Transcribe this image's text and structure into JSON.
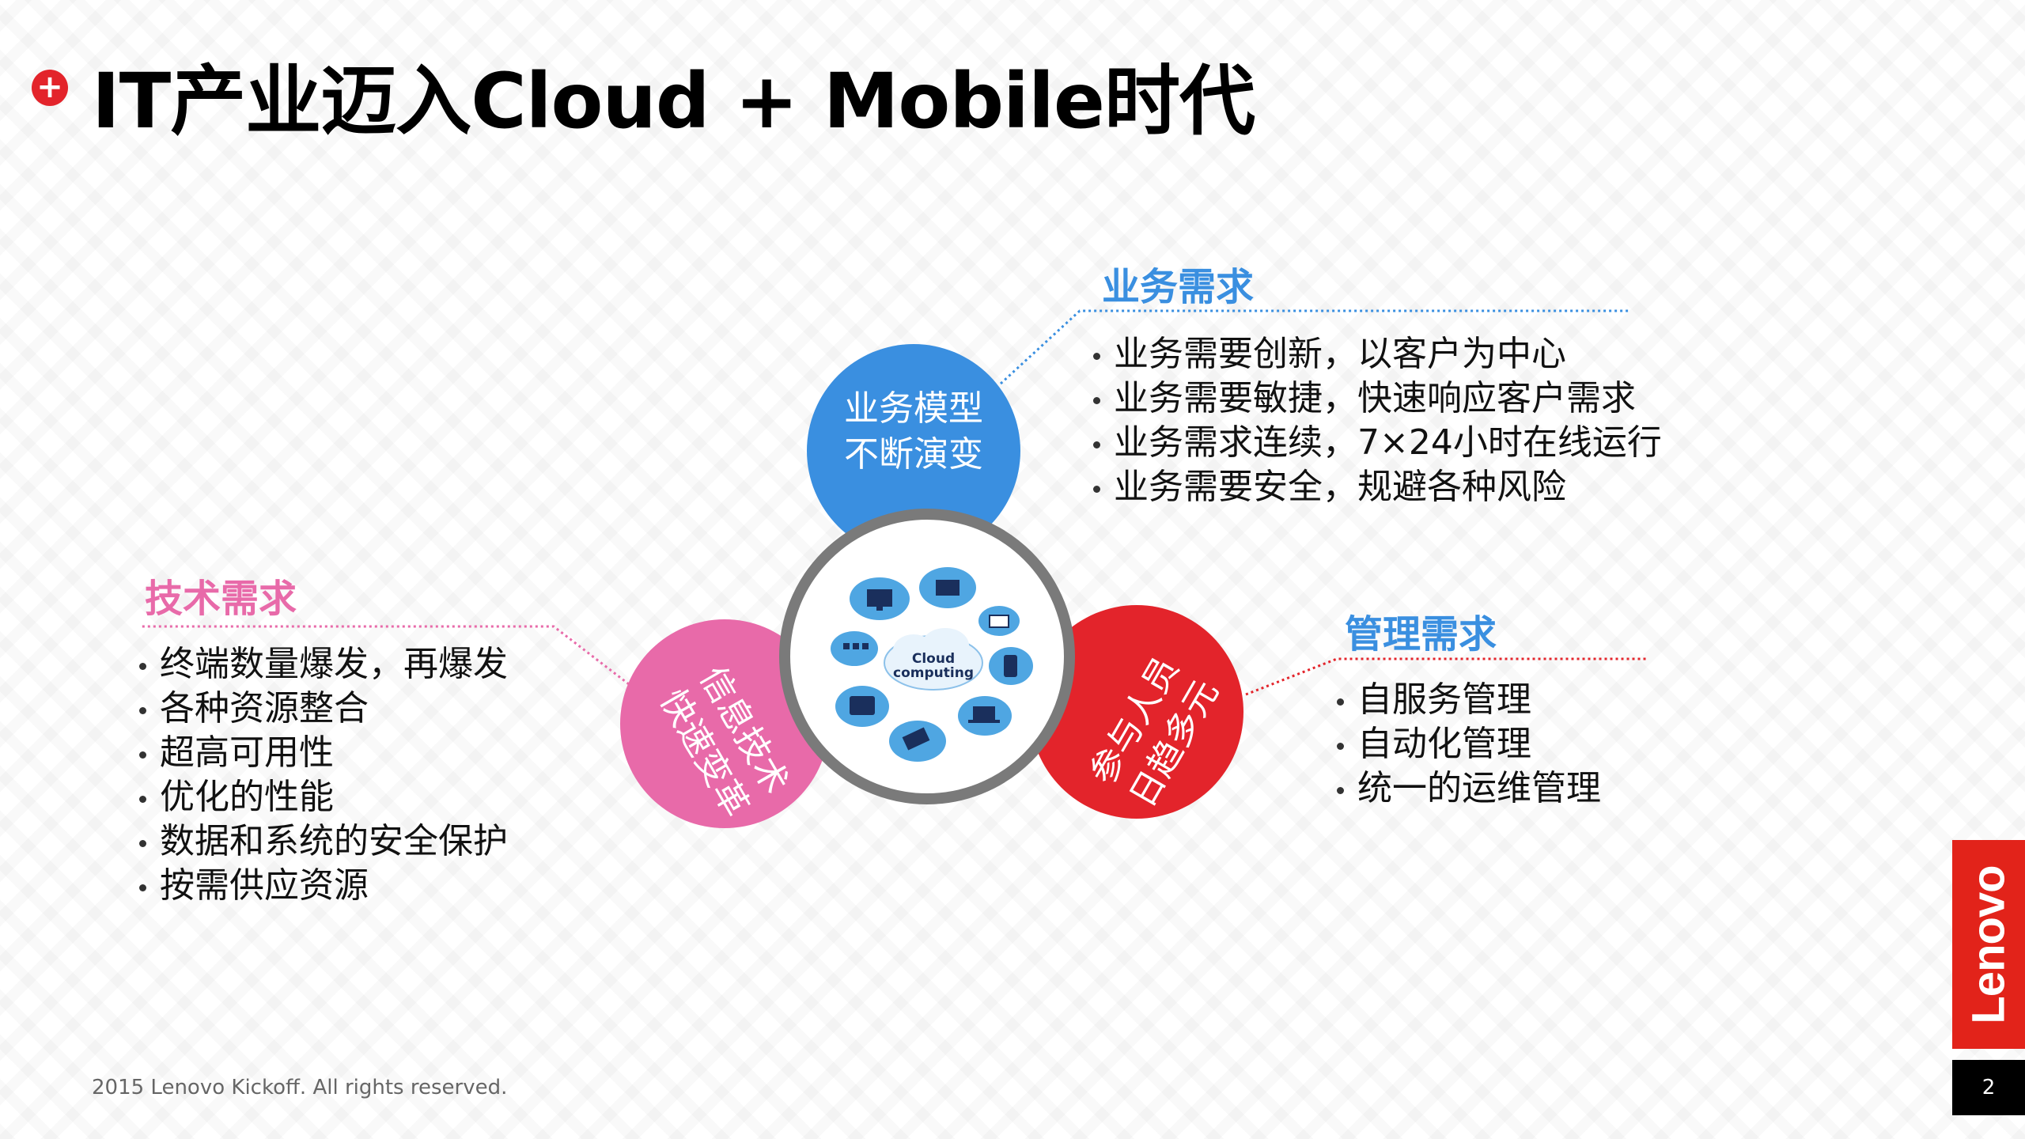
{
  "title": "IT产业迈入Cloud + Mobile时代",
  "colors": {
    "blue": "#3a8fe0",
    "pink": "#e86aa9",
    "red": "#e3242b",
    "ring": "#777777"
  },
  "center": {
    "label_line1": "Cloud",
    "label_line2": "computing"
  },
  "blue_circle": {
    "line1": "业务模型",
    "line2": "不断演变"
  },
  "pink_circle": {
    "line1": "信息技术",
    "line2": "快速变革"
  },
  "red_circle": {
    "line1": "参与人员",
    "line2": "日趋多元"
  },
  "business": {
    "heading": "业务需求",
    "items": [
      "业务需要创新，以客户为中心",
      "业务需要敏捷，快速响应客户需求",
      "业务需求连续，7×24小时在线运行",
      "业务需要安全，规避各种风险"
    ]
  },
  "tech": {
    "heading": "技术需求",
    "items": [
      "终端数量爆发，再爆发",
      "各种资源整合",
      "超高可用性",
      "优化的性能",
      "数据和系统的安全保护",
      "按需供应资源"
    ]
  },
  "mgmt": {
    "heading": "管理需求",
    "items": [
      "自服务管理",
      "自动化管理",
      "统一的运维管理"
    ]
  },
  "footer": "2015 Lenovo Kickoff. All rights reserved.",
  "logo": "Lenovo",
  "page_number": "2"
}
